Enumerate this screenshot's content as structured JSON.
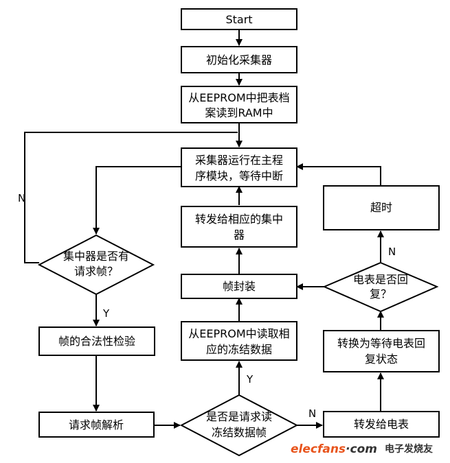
{
  "nodes": {
    "start": "Start",
    "init": "初始化采集器",
    "read_table": [
      "从EEPROM中把表档",
      "案读到RAM中"
    ],
    "main_loop": [
      "采集器运行在主程",
      "序模块，等待中断"
    ],
    "has_request": [
      "集中器是否有",
      "请求帧？"
    ],
    "validity_check": "帧的合法性检验",
    "parse_request": "请求帧解析",
    "is_frozen_read": [
      "是否是请求读",
      "冻结数据帧"
    ],
    "read_frozen": [
      "从EEPROM中读取相",
      "应的冻结数据"
    ],
    "frame_pack": "帧封装",
    "forward_concentrator": [
      "转发给相应的集中",
      "器"
    ],
    "forward_meter": "转发给电表",
    "wait_meter": [
      "转换为等待电表回",
      "复状态"
    ],
    "meter_reply": [
      "电表是否回",
      "复？"
    ],
    "timeout": "超时"
  },
  "edges": {
    "n_request": "N",
    "y_request": "Y",
    "y_frozen": "Y",
    "n_frozen": "N",
    "n_reply": "N"
  },
  "watermark": {
    "logo_a": "elecfans",
    "logo_b": "·com",
    "cn": "电子发烧友"
  }
}
